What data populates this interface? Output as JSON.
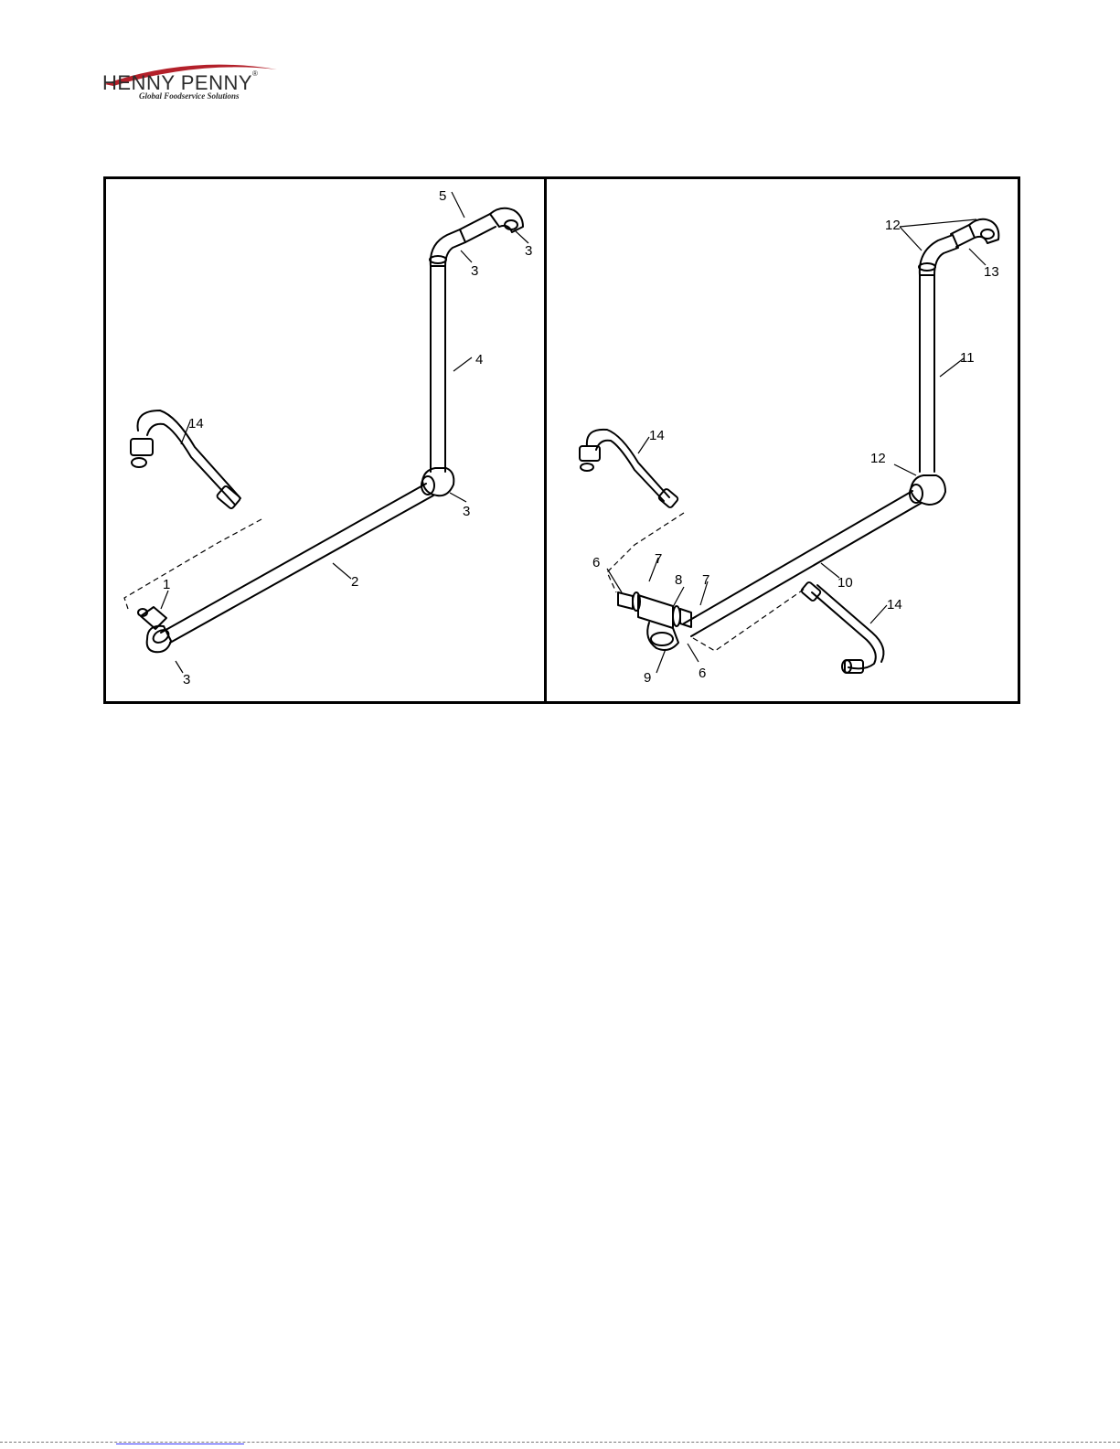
{
  "header": {
    "brand": "HENNY PENNY",
    "registered": "®",
    "tagline": "Global Foodservice Solutions"
  },
  "left_panel": {
    "callouts": [
      "1",
      "2",
      "3",
      "3",
      "3",
      "3",
      "4",
      "5",
      "14"
    ]
  },
  "right_panel": {
    "callouts": [
      "6",
      "6",
      "7",
      "7",
      "8",
      "9",
      "10",
      "11",
      "12",
      "12",
      "13",
      "14",
      "14"
    ]
  },
  "colors": {
    "frame": "#000000",
    "pipe": "#000000",
    "logo_swoosh": "#b3202a"
  }
}
